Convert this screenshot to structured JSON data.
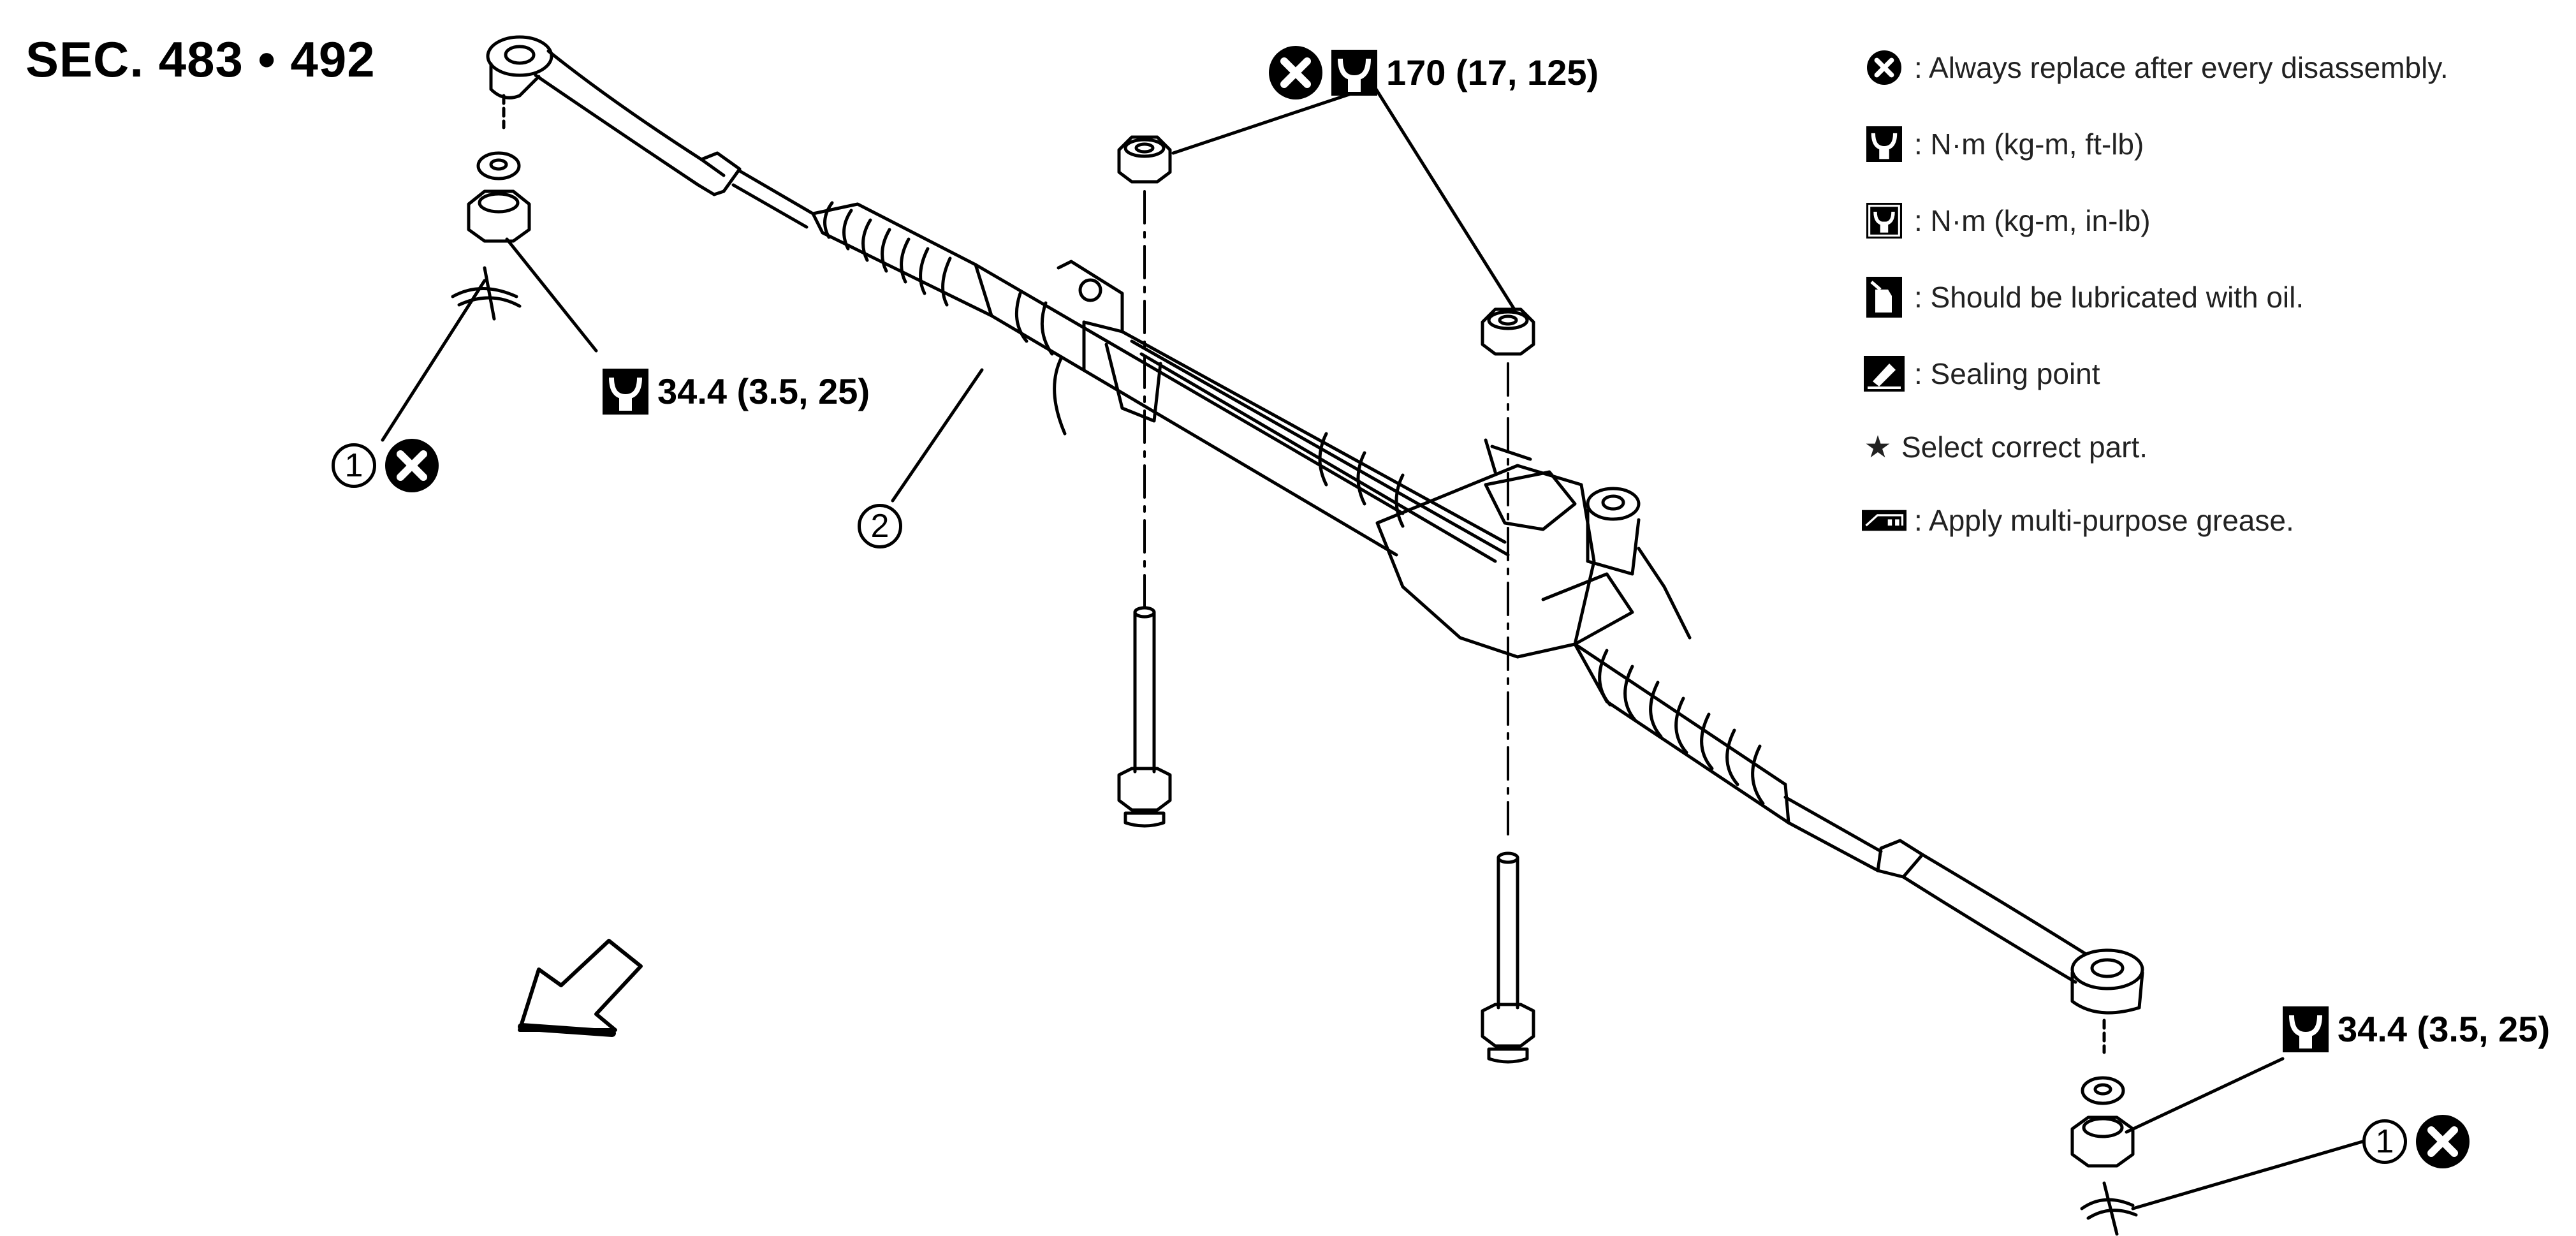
{
  "section_title": "SEC. 483 • 492",
  "torque_labels": {
    "top_nuts": "170 (17, 125)",
    "left_tie_rod_nut": "34.4 (3.5, 25)",
    "right_tie_rod_nut": "34.4 (3.5, 25)"
  },
  "callouts": {
    "cotter_pin_left": "1",
    "cotter_pin_right": "1",
    "gear_assembly": "2"
  },
  "legend": [
    {
      "icon": "always-replace-icon",
      "text": ": Always replace after every disassembly."
    },
    {
      "icon": "torque-ftlb-icon",
      "text": ": N·m (kg-m, ft-lb)"
    },
    {
      "icon": "torque-inlb-icon",
      "text": ": N·m (kg-m, in-lb)"
    },
    {
      "icon": "oil-can-icon",
      "text": ": Should be lubricated with oil."
    },
    {
      "icon": "sealing-point-icon",
      "text": ": Sealing point"
    },
    {
      "icon": "star-icon",
      "text": "Select correct part."
    },
    {
      "icon": "grease-icon",
      "text": ": Apply multi-purpose grease."
    }
  ],
  "colors": {
    "ink": "#000000",
    "paper": "#ffffff",
    "legend_text": "#222222"
  }
}
